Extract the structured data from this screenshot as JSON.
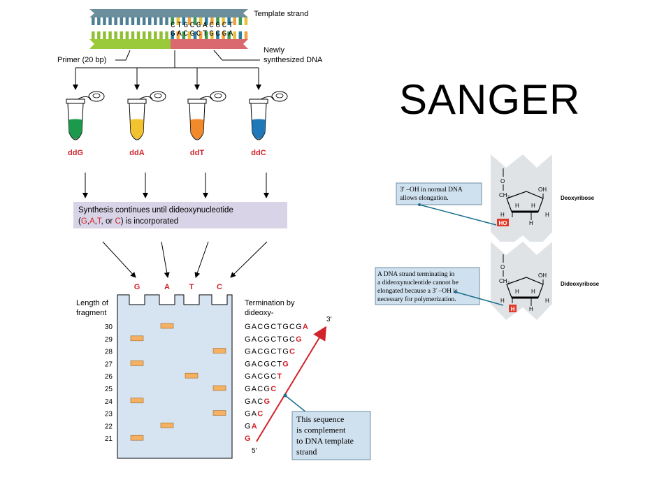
{
  "slide_title": "SANGER",
  "top": {
    "template_label": "Template strand",
    "template_seq": "CTGCGACGCT",
    "new_seq": "GACGCTGCGA",
    "primer_label": "Primer (20 bp)",
    "new_dna_label_1": "Newly",
    "new_dna_label_2": "synthesized DNA"
  },
  "tubes": [
    {
      "label": "ddG",
      "color": "#1a9a4a"
    },
    {
      "label": "ddA",
      "color": "#f2c230"
    },
    {
      "label": "ddT",
      "color": "#f08a2a"
    },
    {
      "label": "ddC",
      "color": "#1f78b8"
    }
  ],
  "synthesis_box": {
    "line1": "Synthesis continues until dideoxynucleotide",
    "line2_pre": "(",
    "g": "G",
    "comma1": ",",
    "a": "A",
    "comma2": ",",
    "t": "T",
    "mid": ", or ",
    "c": "C",
    "line2_post": ") is incorporated"
  },
  "gel": {
    "lanes": [
      "G",
      "A",
      "T",
      "C"
    ],
    "length_label_1": "Length of",
    "length_label_2": "fragment",
    "term_label_1": "Termination by",
    "term_label_2": "dideoxy-",
    "rows": [
      {
        "len": "30",
        "lane": 1,
        "seq_black": "GACGCTGCG",
        "seq_red": "A"
      },
      {
        "len": "29",
        "lane": 0,
        "seq_black": "GACGCTGC",
        "seq_red": "G"
      },
      {
        "len": "28",
        "lane": 3,
        "seq_black": "GACGCTG",
        "seq_red": "C"
      },
      {
        "len": "27",
        "lane": 0,
        "seq_black": "GACGCT",
        "seq_red": "G"
      },
      {
        "len": "26",
        "lane": 2,
        "seq_black": "GACGC",
        "seq_red": "T"
      },
      {
        "len": "25",
        "lane": 3,
        "seq_black": "GACG",
        "seq_red": "C"
      },
      {
        "len": "24",
        "lane": 0,
        "seq_black": "GAC",
        "seq_red": "G"
      },
      {
        "len": "23",
        "lane": 3,
        "seq_black": "GA",
        "seq_red": "C"
      },
      {
        "len": "22",
        "lane": 1,
        "seq_black": "G",
        "seq_red": "A"
      },
      {
        "len": "21",
        "lane": 0,
        "seq_black": "",
        "seq_red": "G"
      }
    ],
    "three_prime": "3′",
    "five_prime": "5′",
    "note": [
      "This sequence",
      "is complement",
      "to DNA template",
      "strand"
    ]
  },
  "right": {
    "note1": [
      "3′ –OH in normal DNA",
      "allows elongation."
    ],
    "note2": [
      "A DNA strand terminating in",
      "a dideoxynucleotide cannot be",
      "elongated because a 3′ –OH is",
      "necessary for polymerization."
    ],
    "deoxyribose": "Deoxyribose",
    "dideoxyribose": "Dideoxyribose",
    "o": "O",
    "ch2": "CH",
    "sub2": "2",
    "oh": "OH",
    "h": "H",
    "ho": "HO"
  },
  "colors": {
    "strand_top": "#5b8a9a",
    "strand_green": "#9ac93a",
    "strand_red": "#d9696e",
    "gel_fill": "#d6e4f2",
    "band": "#f5b062",
    "red_text": "#d2232a",
    "box_fill": "#d8d3e6",
    "note_fill": "#cfe0ee",
    "sugar_fill": "#dfe3e6",
    "pointer": "#1a6e8c"
  }
}
